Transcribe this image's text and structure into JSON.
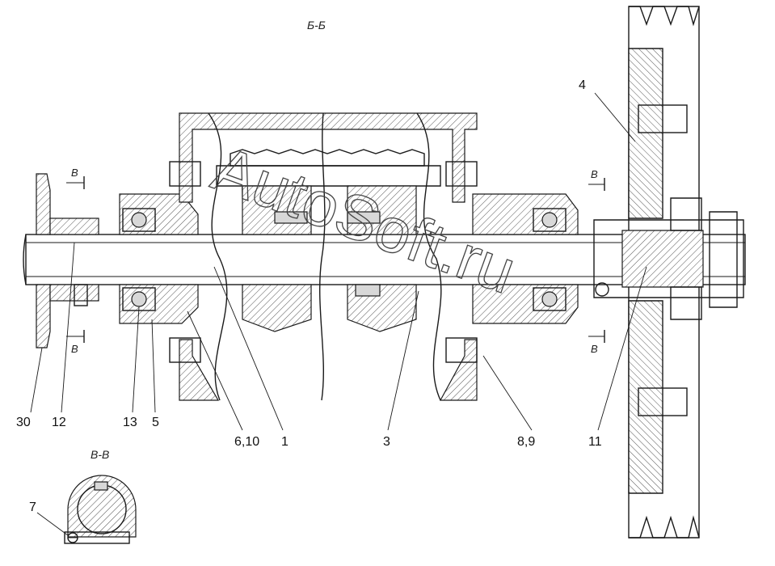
{
  "section_titles": {
    "main": "Б-Б",
    "detail": "В-В"
  },
  "cut_marks": [
    "В",
    "В",
    "В",
    "В"
  ],
  "callouts": [
    "30",
    "12",
    "13",
    "5",
    "6,10",
    "1",
    "3",
    "8,9",
    "11",
    "4",
    "7"
  ],
  "watermark": "AutoSoft.ru"
}
